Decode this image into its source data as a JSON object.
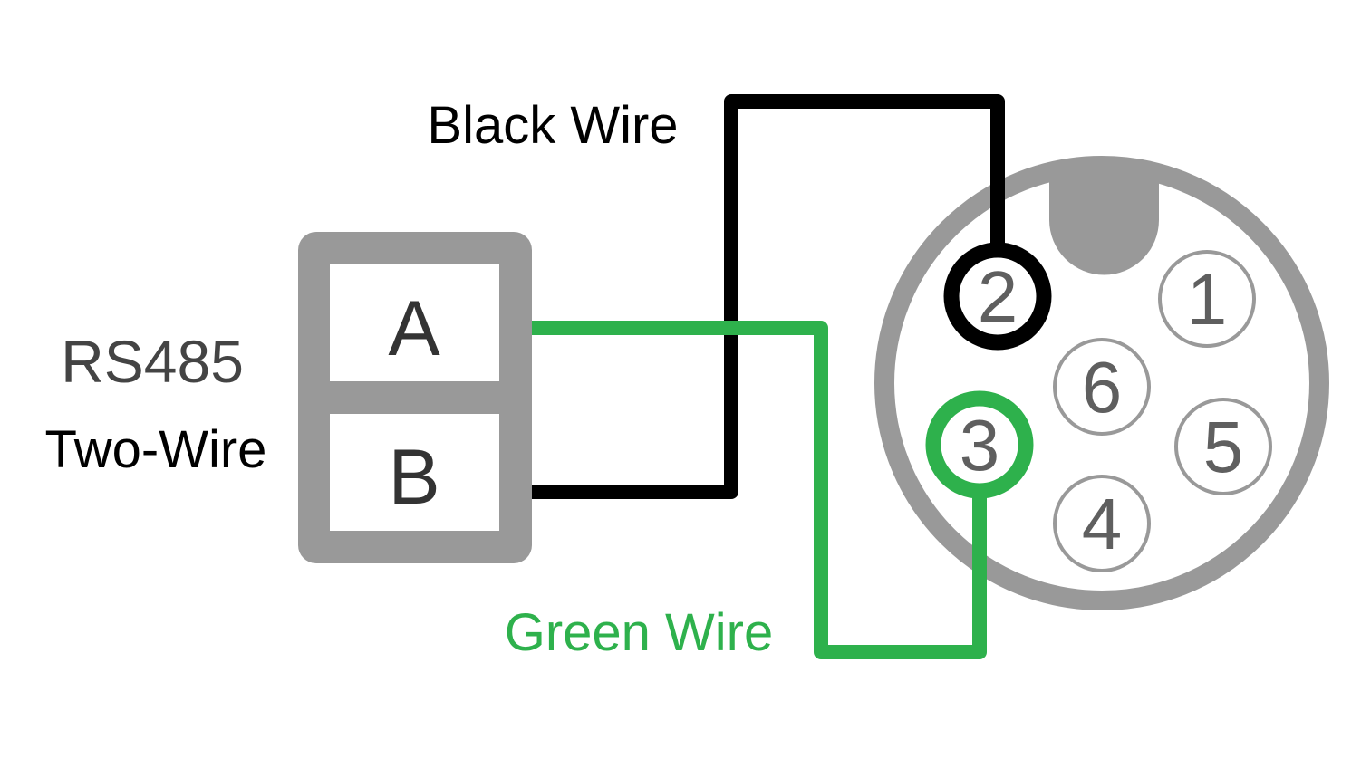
{
  "colors": {
    "connector_grey": "#999999",
    "pin_text": "#5f5f5f",
    "black_wire": "#000000",
    "green_wire": "#2eb14c"
  },
  "rs485": {
    "title": "RS485",
    "subtitle": "Two-Wire",
    "terminal_a": "A",
    "terminal_b": "B"
  },
  "wires": {
    "black_label": "Black Wire",
    "green_label": "Green Wire"
  },
  "connector": {
    "pins": [
      "1",
      "2",
      "3",
      "4",
      "5",
      "6"
    ]
  }
}
